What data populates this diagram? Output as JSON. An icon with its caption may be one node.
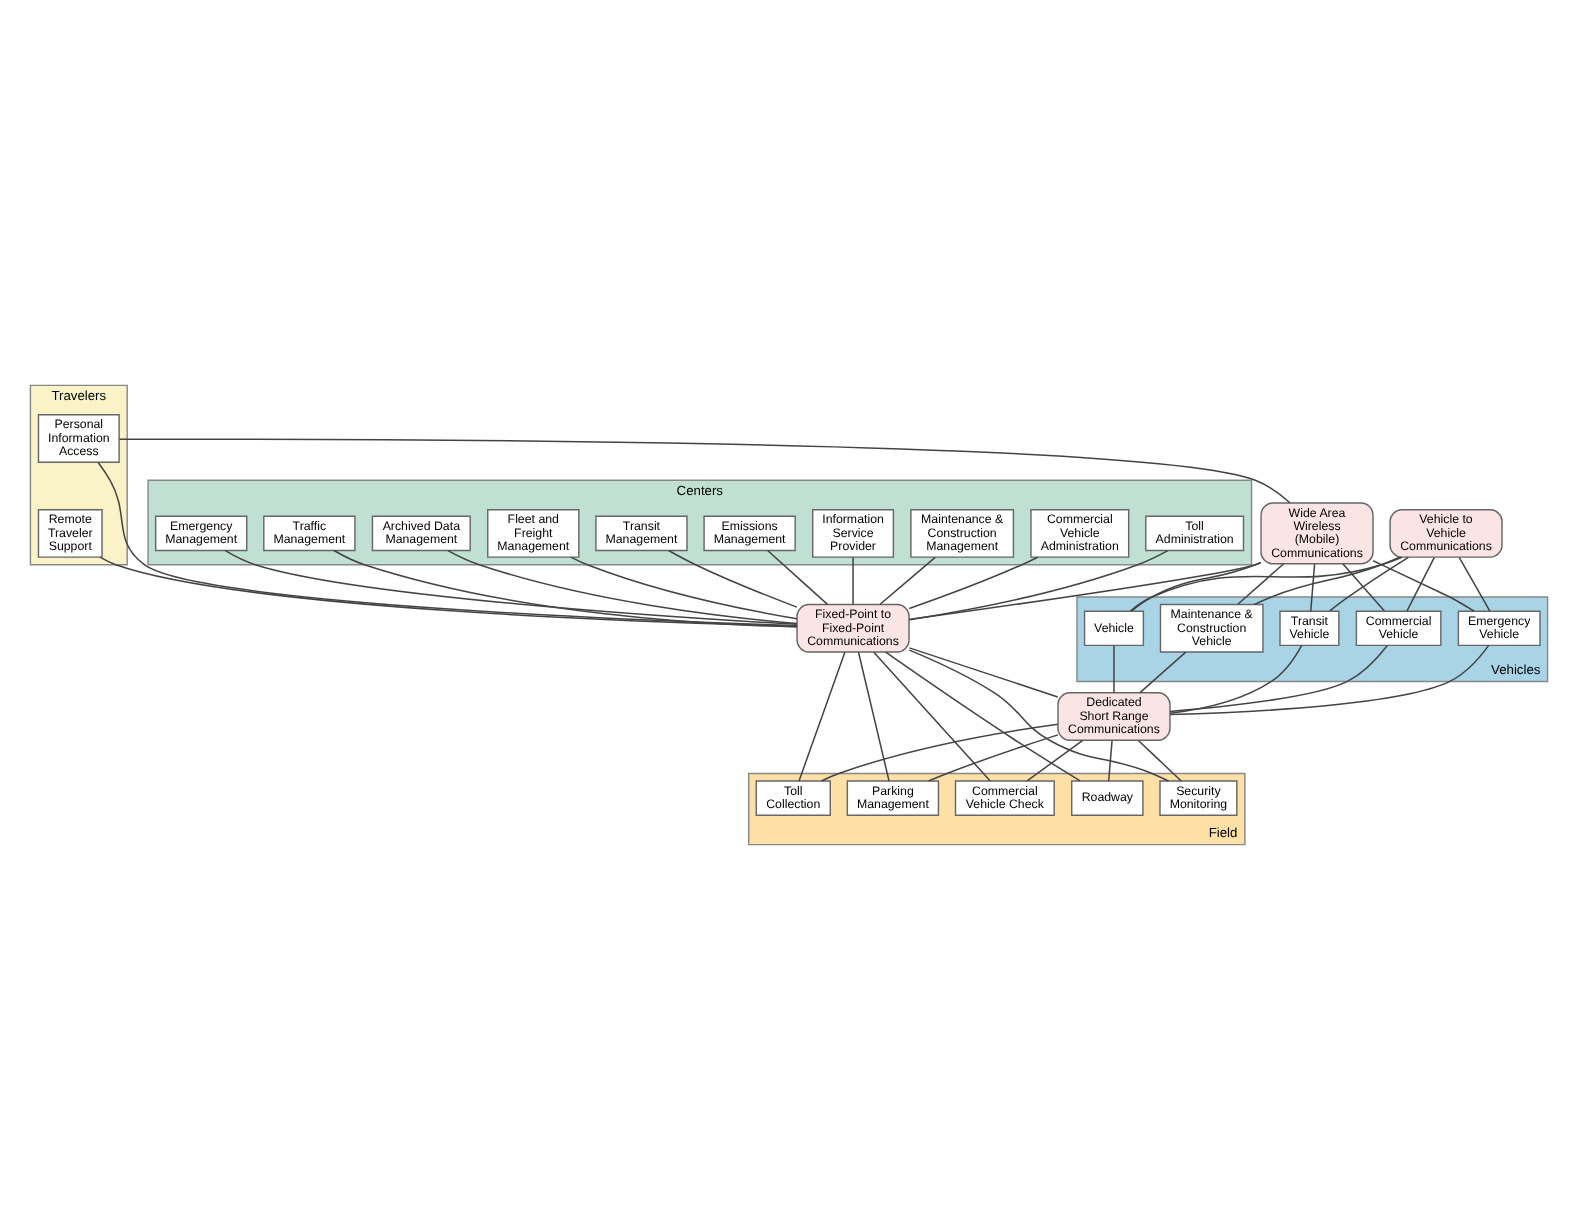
{
  "diagram": {
    "nodes": [
      {
        "text": [
          "Travelers"
        ]
      },
      {
        "text": [
          "Remote Traveler Support"
        ],
        "in": 0
      },
      {
        "text": [
          "Personal Information Access"
        ],
        "in": 0
      },
      {
        "text": [
          "Centers"
        ]
      },
      {
        "text": [
          "Traffic Management"
        ],
        "in": 3
      },
      {
        "text": [
          "Emergency Management"
        ],
        "in": 3
      },
      {
        "text": [
          "Toll Administration"
        ],
        "in": 3
      },
      {
        "text": [
          "Commercial Vehicle Administration"
        ],
        "in": 3
      },
      {
        "text": [
          "Maintenance & Construction Management"
        ],
        "in": 3
      },
      {
        "text": [
          "Information Service Provider"
        ],
        "in": 3
      },
      {
        "text": [
          "Emissions Management"
        ],
        "in": 3
      },
      {
        "text": [
          "Transit Management"
        ],
        "in": 3
      },
      {
        "text": [
          "Fleet and Freight Management"
        ],
        "in": 3
      },
      {
        "text": [
          "Archived Data Management"
        ],
        "in": 3
      },
      {
        "text": [
          "Wide Area Wireless (Mobile) Communications"
        ]
      },
      {
        "text": [
          "Fixed-Point to Fixed-Point Communications"
        ]
      },
      {
        "text": [
          "Vehicle to Vehicle Communications"
        ]
      },
      {
        "text": [
          "Vehicles"
        ]
      },
      {
        "text": [
          "Vehicle"
        ],
        "in": 17
      },
      {
        "text": [
          "Emergency Vehicle"
        ],
        "in": 17
      },
      {
        "text": [
          "Commercial Vehicle"
        ],
        "in": 17
      },
      {
        "text": [
          "Transit Vehicle"
        ],
        "in": 17
      },
      {
        "text": [
          "Maintenance & Construction Vehicle"
        ],
        "in": 17
      },
      {
        "text": [
          "Dedicated Short Range Communications"
        ]
      },
      {
        "text": [
          "Field"
        ]
      },
      {
        "text": [
          "Roadway"
        ],
        "in": 24
      },
      {
        "text": [
          "Security Monitoring"
        ],
        "in": 24
      },
      {
        "text": [
          "Toll Collection"
        ],
        "in": 24
      },
      {
        "text": [
          "Parking Management"
        ],
        "in": 24
      },
      {
        "text": [
          "Commercial Vehicle Check"
        ],
        "in": 24
      }
    ],
    "edges": [
      {
        "from": 1,
        "to": 15,
        "arrow": "none"
      },
      {
        "from": 2,
        "to": 15,
        "arrow": "none"
      },
      {
        "from": 2,
        "to": 14,
        "arrow": "none"
      },
      {
        "from": 9,
        "to": 15,
        "arrow": "none"
      },
      {
        "from": 4,
        "to": 15,
        "arrow": "none"
      },
      {
        "from": 10,
        "to": 15,
        "arrow": "none"
      },
      {
        "from": 5,
        "to": 15,
        "arrow": "none"
      },
      {
        "from": 11,
        "to": 15,
        "arrow": "none"
      },
      {
        "from": 6,
        "to": 15,
        "arrow": "none"
      },
      {
        "from": 12,
        "to": 15,
        "arrow": "none"
      },
      {
        "from": 7,
        "to": 15,
        "arrow": "none"
      },
      {
        "from": 13,
        "to": 15,
        "arrow": "none"
      },
      {
        "from": 8,
        "to": 15,
        "arrow": "none"
      },
      {
        "from": 14,
        "to": 15,
        "arrow": "none"
      },
      {
        "from": 14,
        "to": 22,
        "arrow": "none"
      },
      {
        "from": 14,
        "to": 21,
        "arrow": "none"
      },
      {
        "from": 14,
        "to": 20,
        "arrow": "none"
      },
      {
        "from": 14,
        "to": 19,
        "arrow": "none"
      },
      {
        "from": 14,
        "to": 18,
        "arrow": "none"
      },
      {
        "from": 15,
        "to": 23,
        "arrow": "none"
      },
      {
        "from": 15,
        "to": 25,
        "arrow": "none"
      },
      {
        "from": 15,
        "to": 26,
        "arrow": "none"
      },
      {
        "from": 15,
        "to": 27,
        "arrow": "none"
      },
      {
        "from": 15,
        "to": 28,
        "arrow": "none"
      },
      {
        "from": 15,
        "to": 29,
        "arrow": "none"
      },
      {
        "from": 16,
        "to": 18,
        "arrow": "none"
      },
      {
        "from": 16,
        "to": 19,
        "arrow": "none"
      },
      {
        "from": 16,
        "to": 20,
        "arrow": "none"
      },
      {
        "from": 16,
        "to": 21,
        "arrow": "none"
      },
      {
        "from": 16,
        "to": 22,
        "arrow": "none"
      },
      {
        "from": 18,
        "to": 23,
        "arrow": "none"
      },
      {
        "from": 19,
        "to": 23,
        "arrow": "none"
      },
      {
        "from": 20,
        "to": 23,
        "arrow": "none"
      },
      {
        "from": 21,
        "to": 23,
        "arrow": "none"
      },
      {
        "from": 22,
        "to": 23,
        "arrow": "none"
      },
      {
        "from": 23,
        "to": 25,
        "arrow": "none"
      },
      {
        "from": 23,
        "to": 26,
        "arrow": "none"
      },
      {
        "from": 23,
        "to": 27,
        "arrow": "none"
      },
      {
        "from": 23,
        "to": 28,
        "arrow": "none"
      },
      {
        "from": 23,
        "to": 29,
        "arrow": "none"
      }
    ]
  }
}
